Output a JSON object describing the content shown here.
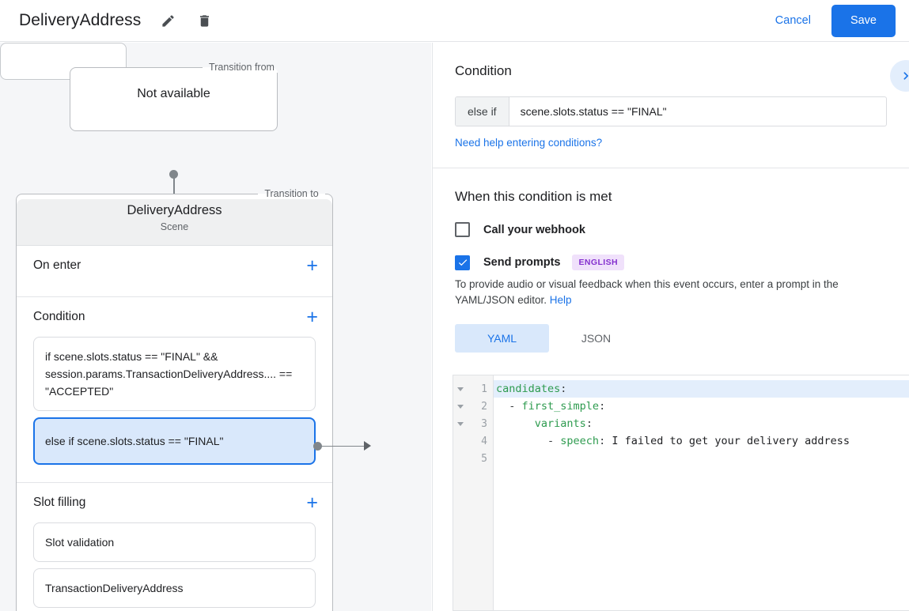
{
  "header": {
    "title": "DeliveryAddress",
    "edit_icon": "pencil-icon",
    "delete_icon": "trash-icon",
    "cancel_label": "Cancel",
    "save_label": "Save"
  },
  "canvas": {
    "transition_from": {
      "legend": "Transition from",
      "value": "Not available"
    },
    "transition_to": {
      "legend": "Transition to",
      "scene_name": "DeliveryAddress",
      "scene_type": "Scene",
      "sections": [
        {
          "title": "On enter",
          "add_label": "+",
          "items": []
        },
        {
          "title": "Condition",
          "add_label": "+",
          "items": [
            {
              "text": "if scene.slots.status == \"FINAL\" && session.params.TransactionDeliveryAddress.... == \"ACCEPTED\"",
              "selected": false
            },
            {
              "text": "else if scene.slots.status == \"FINAL\"",
              "selected": true
            }
          ]
        },
        {
          "title": "Slot filling",
          "add_label": "+",
          "items": [
            {
              "text": "Slot validation",
              "selected": false
            },
            {
              "text": "TransactionDeliveryAddress",
              "selected": false
            }
          ]
        }
      ]
    }
  },
  "panel": {
    "condition": {
      "heading": "Condition",
      "prefix": "else if",
      "expression": "scene.slots.status == \"FINAL\"",
      "help_link": "Need help entering conditions?",
      "expand_icon": "chevron-right-icon"
    },
    "when_met": {
      "heading": "When this condition is met",
      "webhook": {
        "label": "Call your webhook",
        "checked": false
      },
      "send_prompts": {
        "label": "Send prompts",
        "checked": true,
        "badge": "ENGLISH"
      },
      "description": "To provide audio or visual feedback when this event occurs, enter a prompt in the YAML/JSON editor. ",
      "description_link": "Help",
      "tabs": [
        {
          "label": "YAML",
          "active": true
        },
        {
          "label": "JSON",
          "active": false
        }
      ]
    },
    "editor": {
      "lines": [
        {
          "num": "1",
          "foldable": true,
          "highlighted": true,
          "indent": "",
          "key": "candidates",
          "colon": ":",
          "value": ""
        },
        {
          "num": "2",
          "foldable": true,
          "highlighted": false,
          "indent": "  - ",
          "key": "first_simple",
          "colon": ":",
          "value": ""
        },
        {
          "num": "3",
          "foldable": true,
          "highlighted": false,
          "indent": "      ",
          "key": "variants",
          "colon": ":",
          "value": ""
        },
        {
          "num": "4",
          "foldable": false,
          "highlighted": false,
          "indent": "        - ",
          "key": "speech",
          "colon": ":",
          "value": " I failed to get your delivery address"
        },
        {
          "num": "5",
          "foldable": false,
          "highlighted": false,
          "indent": "",
          "key": "",
          "colon": "",
          "value": ""
        }
      ]
    }
  },
  "colors": {
    "accent": "#1a73e8",
    "badge_bg": "#f0e1fb",
    "badge_fg": "#8430ce",
    "yaml_key": "#2e9b4f",
    "canvas_bg": "#f5f6f8"
  }
}
